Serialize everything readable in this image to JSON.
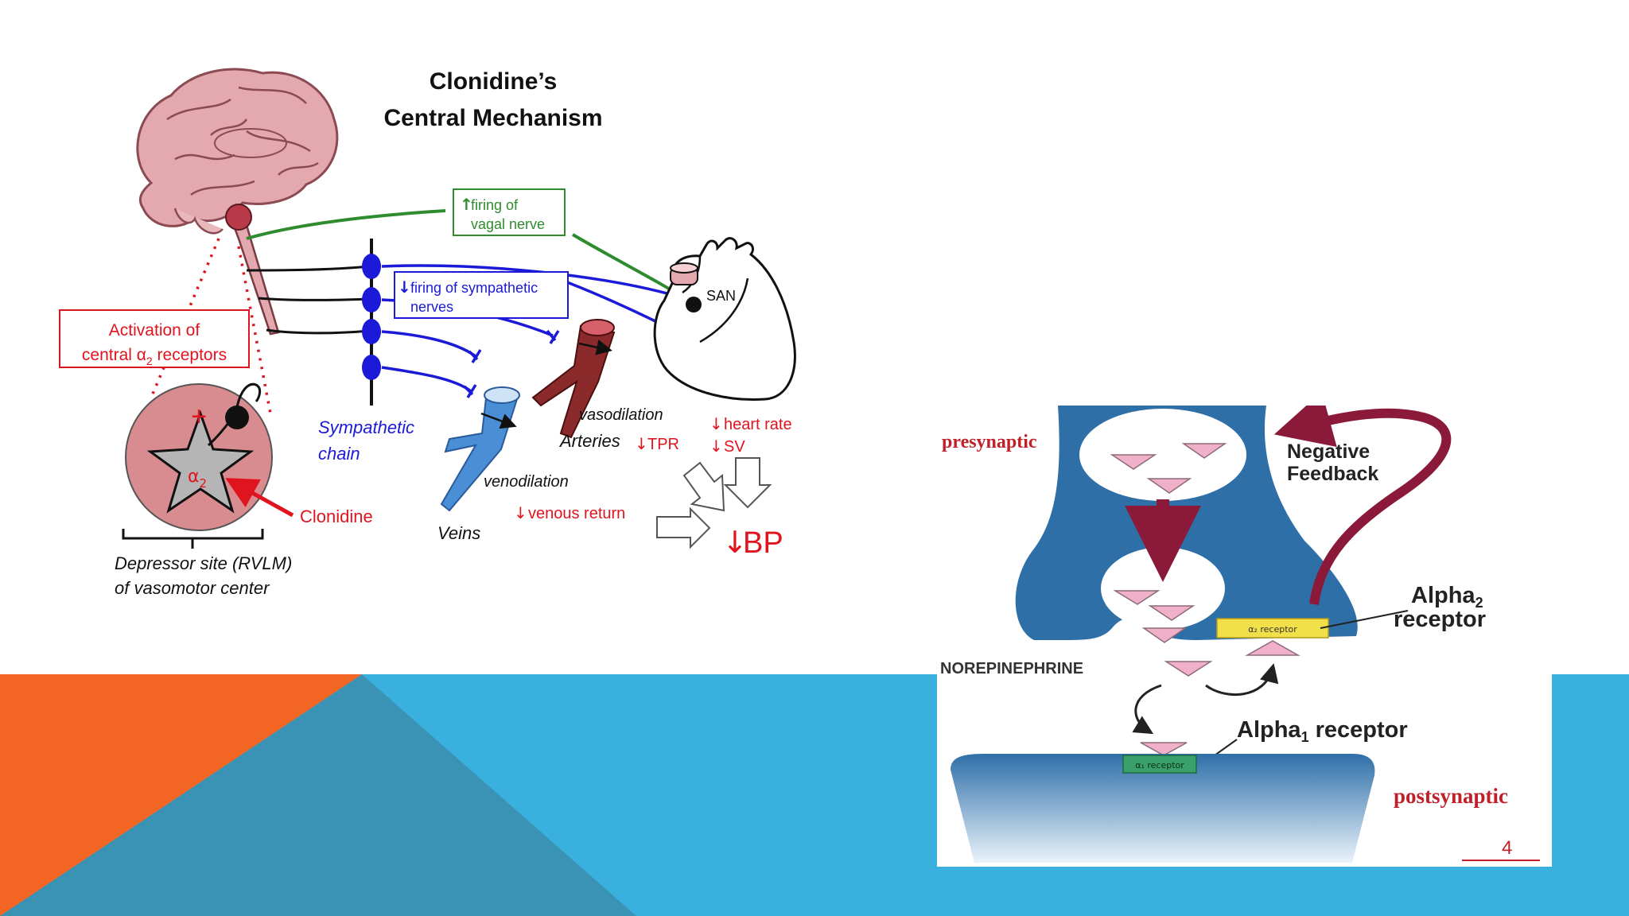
{
  "slide": {
    "colors": {
      "orange": "#f26522",
      "blue": "#3ab0de",
      "darkblue": "#3a93b5"
    }
  },
  "left_diagram": {
    "title_line1": "Clonidine’s",
    "title_line2": "Central Mechanism",
    "vagal_label_line1": "firing of",
    "vagal_label_line2": "vagal nerve",
    "symp_label_line1": "firing of sympathetic",
    "symp_label_line2": "nerves",
    "activation_line1": "Activation of",
    "activation_line2_pre": "central α",
    "activation_line2_sub": "2",
    "activation_line2_post": " receptors",
    "plus": "+",
    "alpha": "α",
    "alpha_sub": "2",
    "clonidine": "Clonidine",
    "depressor_line1": "Depressor site (RVLM)",
    "depressor_line2": "of vasomotor center",
    "sympathetic_chain_line1": "Sympathetic",
    "sympathetic_chain_line2": "chain",
    "veins": "Veins",
    "venodilation": "venodilation",
    "venous_return": "venous return",
    "arteries": "Arteries",
    "vasodilation": "vasodilation",
    "tpr": "TPR",
    "san": "SAN",
    "heart_rate": "heart rate",
    "sv": "SV",
    "bp": "BP",
    "colors": {
      "green": "#2e8b2e",
      "blue": "#1a1ad8",
      "red": "#e0141e",
      "brain": "#e3a9ae"
    }
  },
  "right_diagram": {
    "presynaptic": "presynaptic",
    "negative_line1": "Negative",
    "negative_line2": "Feedback",
    "alpha2_line1_pre": "Alpha",
    "alpha2_line1_sub": "2",
    "alpha2_line2": "receptor",
    "alpha2_receptor_small": "α₂ receptor",
    "norepinephrine": "NOREPINEPHRINE",
    "alpha1_pre": "Alpha",
    "alpha1_sub": "1",
    "alpha1_post": " receptor",
    "alpha1_receptor_small": "α₁ receptor",
    "postsynaptic": "postsynaptic",
    "page_number": "4",
    "colors": {
      "neuron": "#2f6fa8",
      "arrow": "#8b1a3a",
      "label_red": "#c0202a",
      "triangle": "#f0b0c8"
    }
  }
}
